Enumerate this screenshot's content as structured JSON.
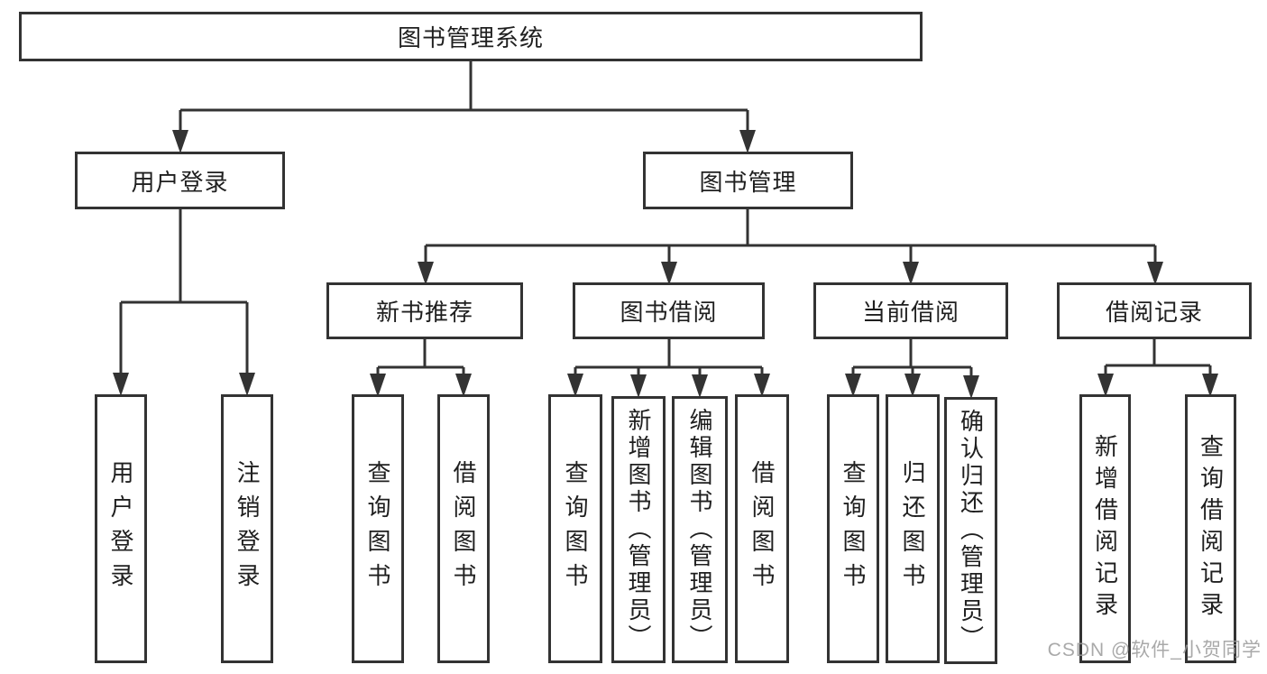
{
  "diagram_title": "图书管理系统",
  "nodes": {
    "root": "图书管理系统",
    "user_login": "用户登录",
    "book_mgmt": "图书管理",
    "ul_login": "用户登录",
    "ul_logout": "注销登录",
    "new_book_rec": "新书推荐",
    "book_borrow": "图书借阅",
    "current_borrow": "当前借阅",
    "borrow_records": "借阅记录",
    "nbr_query": "查询图书",
    "nbr_borrow": "借阅图书",
    "bb_query": "查询图书",
    "bb_add": "新增图书（管理员）",
    "bb_edit": "编辑图书（管理员）",
    "bb_borrow": "借阅图书",
    "cb_query": "查询图书",
    "cb_return": "归还图书",
    "cb_confirm": "确认归还（管理员）",
    "br_add": "新增借阅记录",
    "br_query": "查询借阅记录"
  },
  "hierarchy": {
    "图书管理系统": {
      "用户登录": [
        "用户登录",
        "注销登录"
      ],
      "图书管理": {
        "新书推荐": [
          "查询图书",
          "借阅图书"
        ],
        "图书借阅": [
          "查询图书",
          "新增图书（管理员）",
          "编辑图书（管理员）",
          "借阅图书"
        ],
        "当前借阅": [
          "查询图书",
          "归还图书",
          "确认归还（管理员）"
        ],
        "借阅记录": [
          "新增借阅记录",
          "查询借阅记录"
        ]
      }
    }
  },
  "watermark": "CSDN @软件_小贺同学",
  "colors": {
    "line": "#333333",
    "text": "#1f1f1f",
    "box_background": "#ffffff",
    "watermark": "#9b9b9b"
  }
}
